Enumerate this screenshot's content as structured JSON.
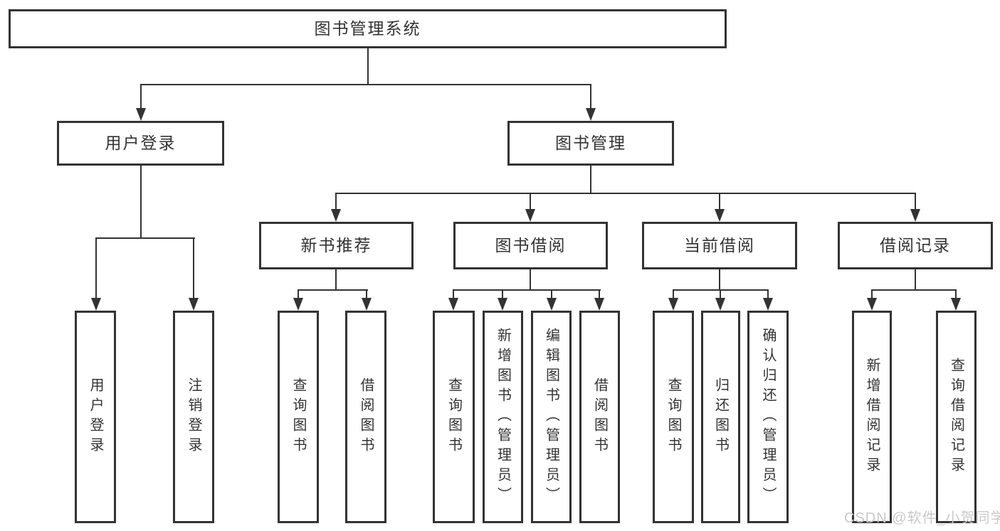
{
  "diagram": {
    "root": {
      "label": "图书管理系统"
    },
    "level2": [
      {
        "label": "用户登录",
        "children": [
          {
            "label": "用户登录"
          },
          {
            "label": "注销登录"
          }
        ]
      },
      {
        "label": "图书管理",
        "children": [
          {
            "label": "新书推荐",
            "children": [
              {
                "label": "查询图书"
              },
              {
                "label": "借阅图书"
              }
            ]
          },
          {
            "label": "图书借阅",
            "children": [
              {
                "label": "查询图书"
              },
              {
                "label": "新增图书（管理员）"
              },
              {
                "label": "编辑图书（管理员）"
              },
              {
                "label": "借阅图书"
              }
            ]
          },
          {
            "label": "当前借阅",
            "children": [
              {
                "label": "查询图书"
              },
              {
                "label": "归还图书"
              },
              {
                "label": "确认归还（管理员）"
              }
            ]
          },
          {
            "label": "借阅记录",
            "children": [
              {
                "label": "新增借阅记录"
              },
              {
                "label": "查询借阅记录"
              }
            ]
          }
        ]
      }
    ]
  },
  "watermark": {
    "text": "CSDN @软件_小贺同学"
  },
  "colors": {
    "line": "#333333",
    "text": "#333333",
    "watermark": "#c9c9c9",
    "background": "#ffffff"
  }
}
